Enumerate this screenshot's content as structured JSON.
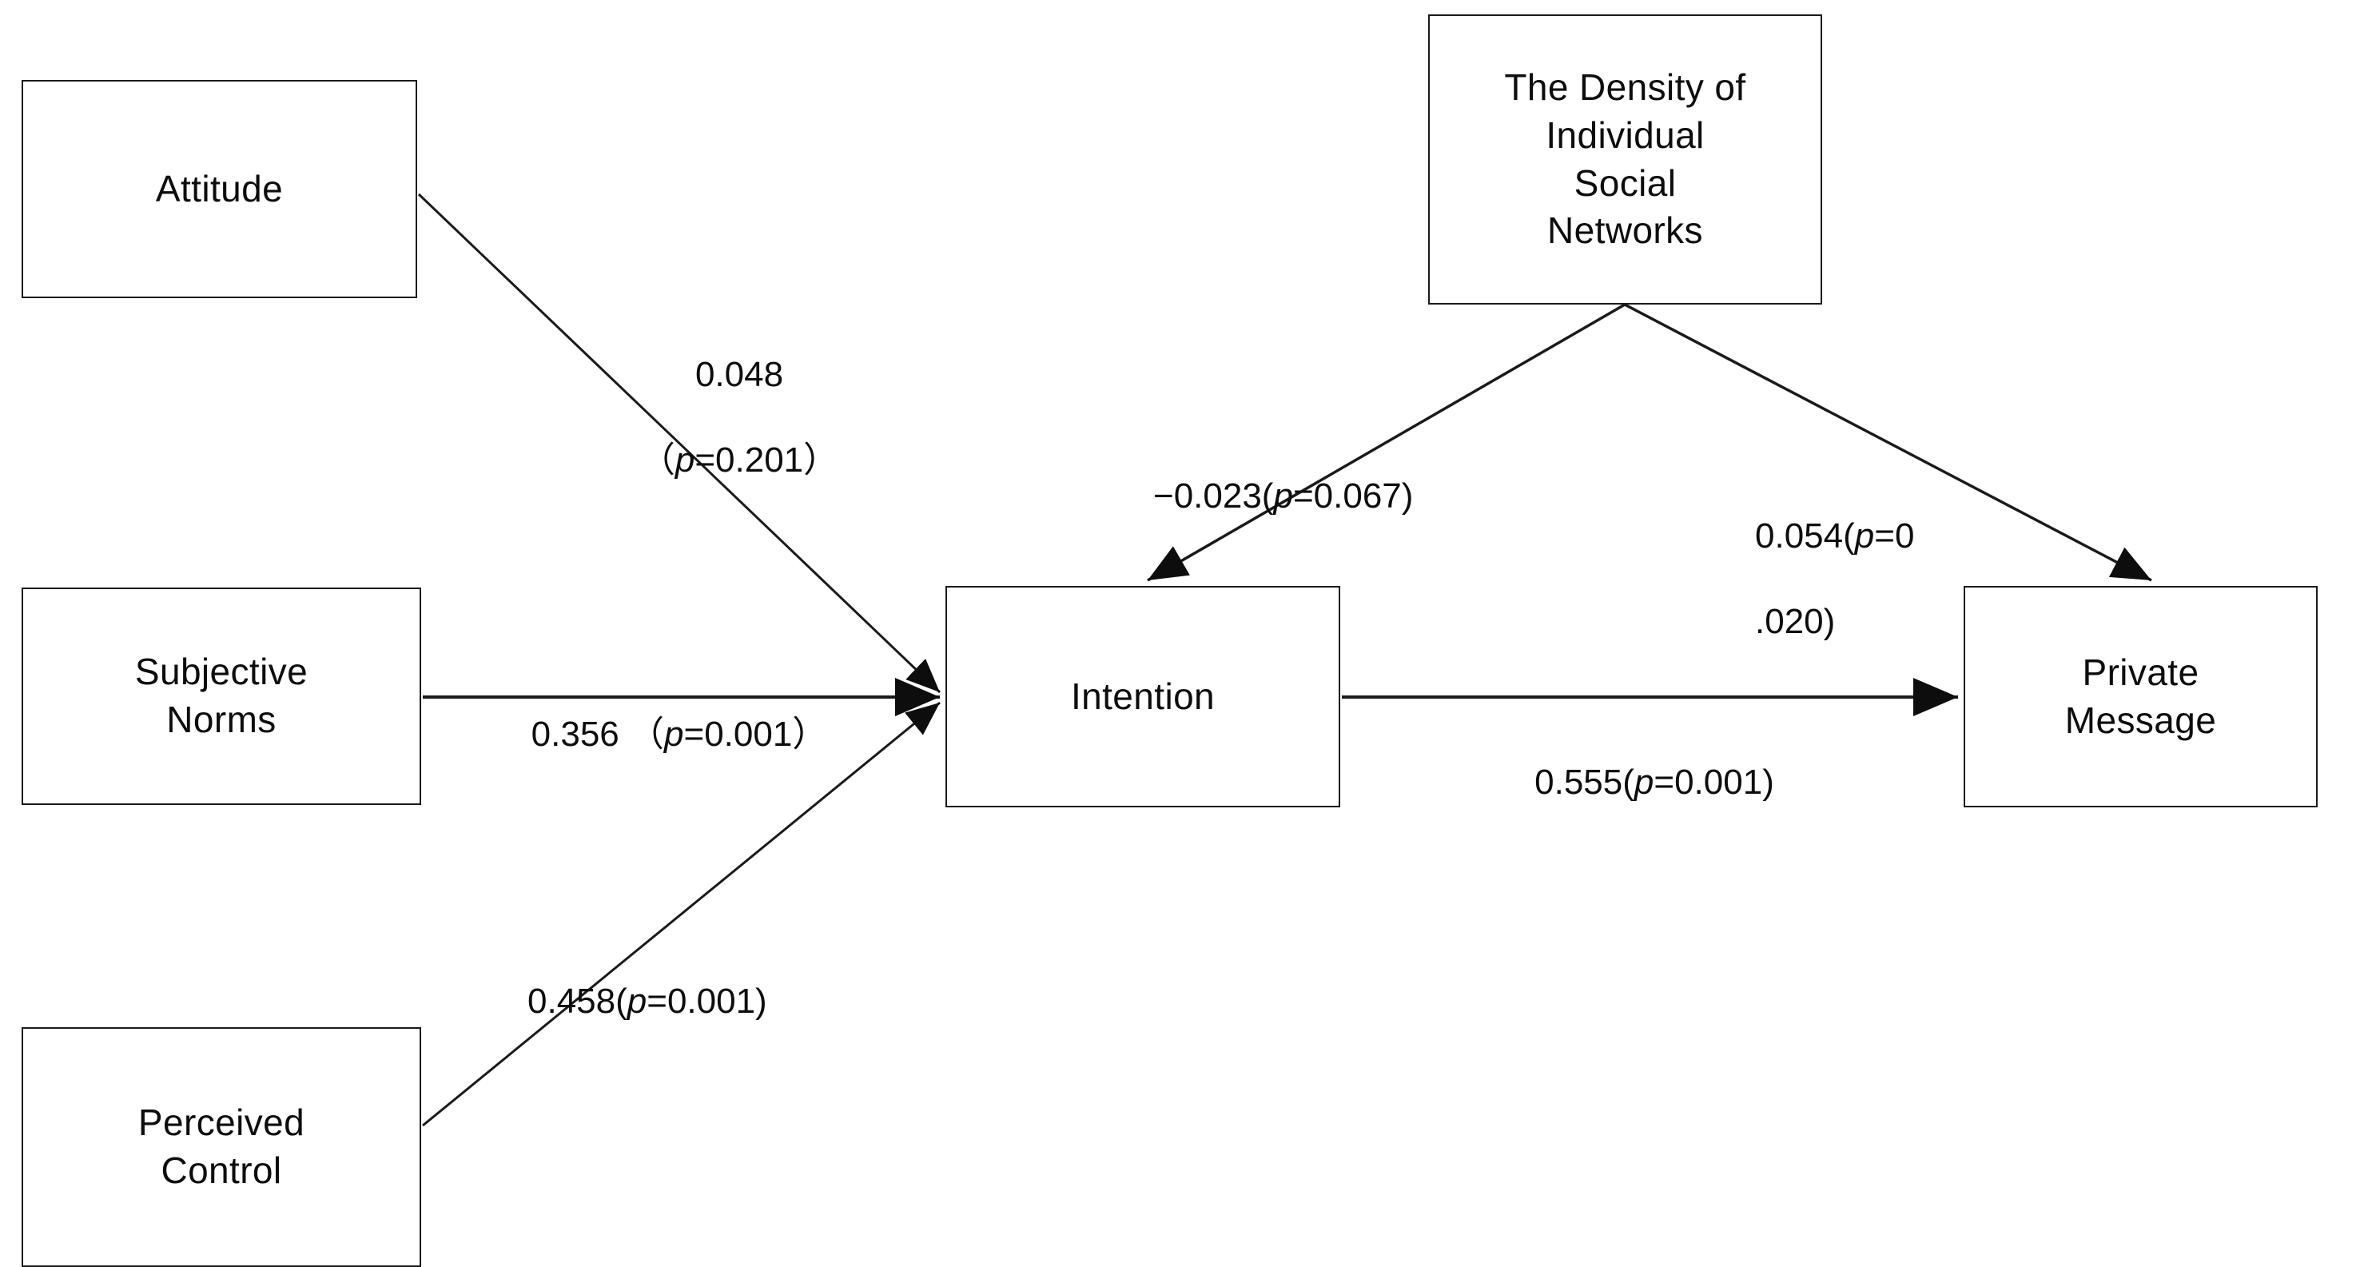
{
  "diagram": {
    "type": "path-model",
    "title": "",
    "background_color": "#ffffff",
    "line_color": "#1a1a1a",
    "text_color": "#0d0d0d",
    "nodes": [
      {
        "id": "attitude",
        "label": "Attitude"
      },
      {
        "id": "subjective_norms",
        "label": "Subjective\nNorms"
      },
      {
        "id": "perceived_control",
        "label": "Perceived\nControl"
      },
      {
        "id": "density",
        "label": "The Density of\nIndividual\nSocial\nNetworks"
      },
      {
        "id": "intention",
        "label": "Intention"
      },
      {
        "id": "private_message",
        "label": "Private\nMessage"
      }
    ],
    "edges": [
      {
        "id": "attitude-intention",
        "from": "attitude",
        "to": "intention",
        "coefficient": "0.048",
        "p_value": "0.201",
        "label_line1": "0.048",
        "label_line2": "（p=0.201）"
      },
      {
        "id": "subjective-norms-intention",
        "from": "subjective_norms",
        "to": "intention",
        "coefficient": "0.356",
        "p_value": "0.001",
        "label_line1": "0.356 （p=0.001）",
        "label_line2": ""
      },
      {
        "id": "perceived-control-intention",
        "from": "perceived_control",
        "to": "intention",
        "coefficient": "0.458",
        "p_value": "0.001",
        "label_line1": "0.458(p=0.001)",
        "label_line2": ""
      },
      {
        "id": "density-intention",
        "from": "density",
        "to": "intention",
        "coefficient": "−0.023",
        "p_value": "0.067",
        "label_line1": "−0.023(p=0.067)",
        "label_line2": ""
      },
      {
        "id": "density-private-message",
        "from": "density",
        "to": "private_message",
        "coefficient": "0.054",
        "p_value": "0.020",
        "label_line1": "0.054(p=0",
        "label_line2": ".020)"
      },
      {
        "id": "intention-private-message",
        "from": "intention",
        "to": "private_message",
        "coefficient": "0.555",
        "p_value": "0.001",
        "label_line1": "0.555(p=0.001)",
        "label_line2": ""
      }
    ]
  }
}
